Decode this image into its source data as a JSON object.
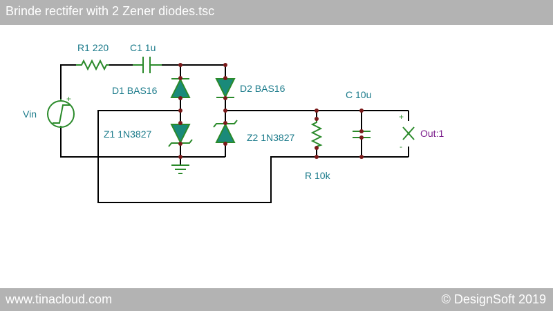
{
  "window": {
    "title": "Brinde rectifer with 2 Zener diodes.tsc"
  },
  "footer": {
    "left": "www.tinacloud.com",
    "right": "© DesignSoft 2019"
  },
  "components": {
    "r1": "R1 220",
    "c1": "C1 1u",
    "d1": "D1 BAS16",
    "d2": "D2 BAS16",
    "z1": "Z1 1N3827",
    "z2": "Z2 1N3827",
    "vin": "Vin",
    "c": "C 10u",
    "r": "R 10k",
    "out": "Out:1"
  },
  "signs": {
    "plus": "+",
    "minus": "-"
  },
  "colors": {
    "wire": "#000000",
    "component": "#2a8a2a",
    "diode_fill": "#1a8a7a",
    "label": "#1a7a8a",
    "meter_label": "#7a1a8a",
    "junction": "#7a1a1a",
    "bar": "#b3b3b3"
  }
}
